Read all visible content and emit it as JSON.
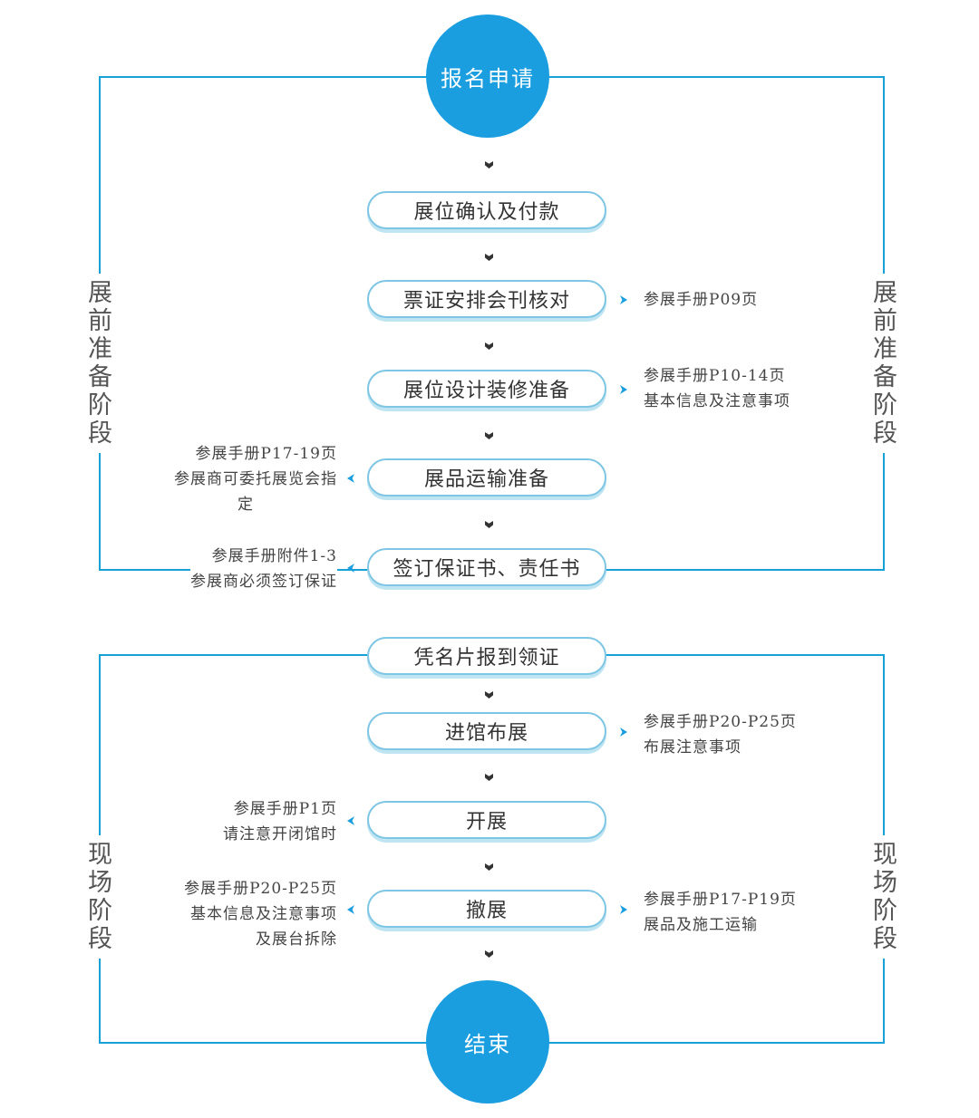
{
  "colors": {
    "accent": "#1a9ee0",
    "line": "#17a1d6",
    "pill_border": "#7ec6e3"
  },
  "side_labels": {
    "pre_left": "展前准备阶段",
    "pre_right": "展前准备阶段",
    "onsite_left": "现场阶段",
    "onsite_right": "现场阶段"
  },
  "start": "报名申请",
  "end": "结束",
  "steps": [
    {
      "label": "展位确认及付款"
    },
    {
      "label": "票证安排会刊核对"
    },
    {
      "label": "展位设计装修准备"
    },
    {
      "label": "展品运输准备"
    },
    {
      "label": "签订保证书、责任书"
    },
    {
      "label": "凭名片报到领证"
    },
    {
      "label": "进馆布展"
    },
    {
      "label": "开展"
    },
    {
      "label": "撤展"
    }
  ],
  "notes": {
    "tickets_right": [
      "参展手册P09页"
    ],
    "design_right": [
      "参展手册P10-14页",
      "基本信息及注意事项"
    ],
    "transport_left": [
      "参展手册P17-19页",
      "参展商可委托展览会指",
      "定"
    ],
    "guarantee_left": [
      "参展手册附件1-3",
      "参展商必须签订保证"
    ],
    "setup_right": [
      "参展手册P20-P25页",
      "布展注意事项"
    ],
    "open_left": [
      "参展手册P1页",
      "请注意开闭馆时"
    ],
    "teardown_left": [
      "参展手册P20-P25页",
      "基本信息及注意事项",
      "及展台拆除"
    ],
    "teardown_right": [
      "参展手册P17-P19页",
      "展品及施工运输"
    ]
  }
}
